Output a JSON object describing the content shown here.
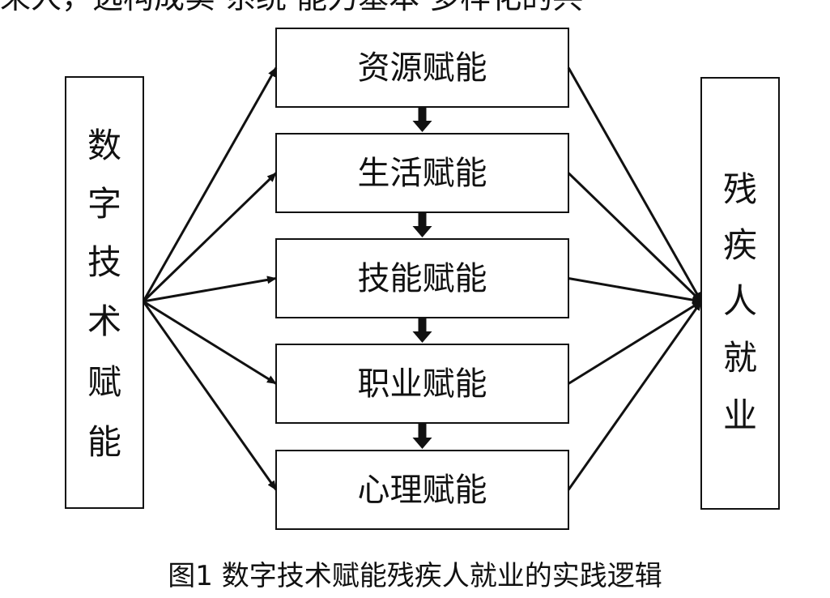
{
  "top_partial_text": "来人，选构成实 系统 能力基本 多样化的共",
  "source_box": {
    "chars": [
      "数",
      "字",
      "技",
      "术",
      "赋",
      "能"
    ]
  },
  "target_box": {
    "chars": [
      "残",
      "疾",
      "人",
      "就",
      "业"
    ]
  },
  "stages": [
    {
      "label": "资源赋能"
    },
    {
      "label": "生活赋能"
    },
    {
      "label": "技能赋能"
    },
    {
      "label": "职业赋能"
    },
    {
      "label": "心理赋能"
    }
  ],
  "caption": "图1 数字技术赋能残疾人就业的实践逻辑",
  "colors": {
    "caption": "#3aa8c8",
    "line": "#111111",
    "box_border": "#111111"
  }
}
